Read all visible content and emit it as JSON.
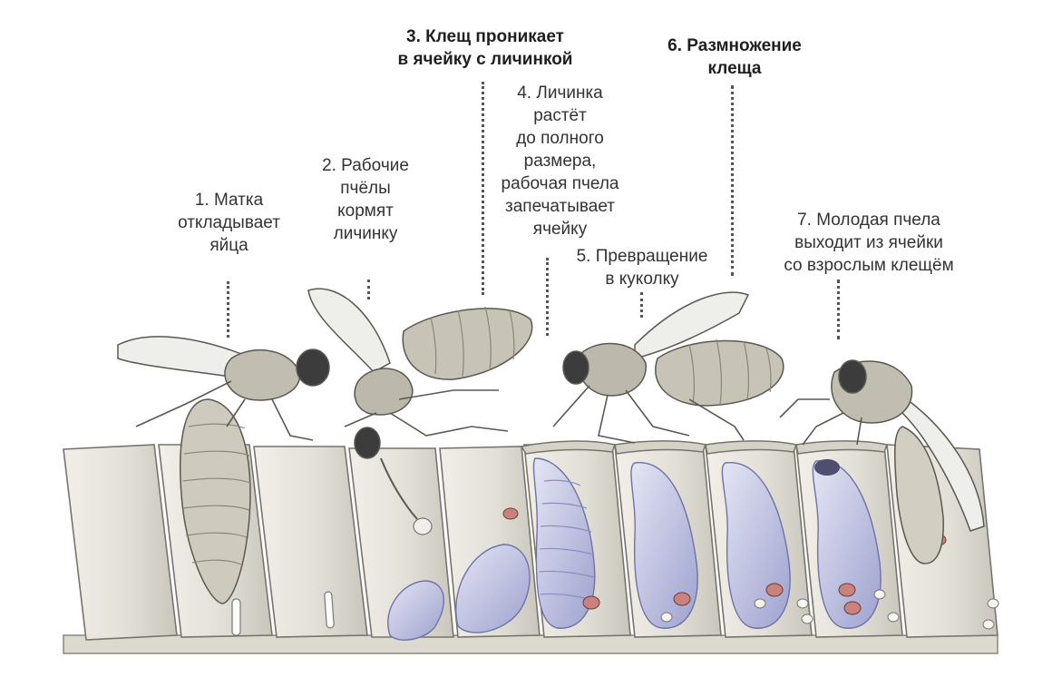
{
  "labels": [
    {
      "id": "step-1",
      "text": "1. Матка\nоткладывает\nяйца",
      "bold": false
    },
    {
      "id": "step-2",
      "text": "2. Рабочие\nпчёлы\nкормят\nличинку",
      "bold": false
    },
    {
      "id": "step-3",
      "text": "3. Клещ проникает\nв ячейку с личинкой",
      "bold": true
    },
    {
      "id": "step-4",
      "text": "4. Личинка\nрастёт\nдо полного\nразмера,\nрабочая пчела\nзапечатывает\nячейку",
      "bold": false
    },
    {
      "id": "step-5",
      "text": "5. Превращение\nв куколку",
      "bold": false
    },
    {
      "id": "step-6",
      "text": "6. Размножение\nклеща",
      "bold": true
    },
    {
      "id": "step-7",
      "text": "7. Молодая пчела\nвыходит из ячейки\nсо взрослым клещём",
      "bold": false
    }
  ],
  "colors": {
    "cell_wall": "#e6e4dc",
    "cell_shade": "#cfcdc4",
    "outline": "#6d6a62",
    "larva": "#c9cbe6",
    "larva_shade": "#8f93c6",
    "mite": "#c9827c",
    "bee_body": "#bdb8ac",
    "bee_eye": "#3c3c3c",
    "wing": "#eeeeea"
  }
}
